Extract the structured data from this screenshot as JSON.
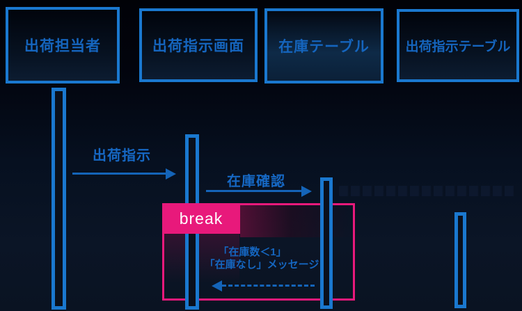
{
  "diagram": {
    "kind": "uml-sequence-diagram",
    "participants": [
      {
        "label": "出荷担当者"
      },
      {
        "label": "出荷指示画面"
      },
      {
        "label": "在庫テーブル"
      },
      {
        "label": "出荷指示テーブル"
      }
    ],
    "messages": [
      {
        "label": "出荷指示",
        "from": "出荷担当者",
        "to": "出荷指示画面",
        "style": "solid"
      },
      {
        "label": "在庫確認",
        "from": "出荷指示画面",
        "to": "在庫テーブル",
        "style": "solid"
      },
      {
        "label": "「在庫なし」メッセージ",
        "from": "在庫テーブル",
        "to": "出荷指示画面",
        "style": "dashed-return"
      }
    ],
    "fragment": {
      "operator": "break",
      "guard": "「在庫数＜1」",
      "return_message": "「在庫なし」メッセージ"
    },
    "colors": {
      "accent_blue": "#1a78cf",
      "text_blue": "#1565be",
      "arrow_blue": "#1464b8",
      "fragment_pink": "#e8197b",
      "background": "#071020"
    }
  }
}
